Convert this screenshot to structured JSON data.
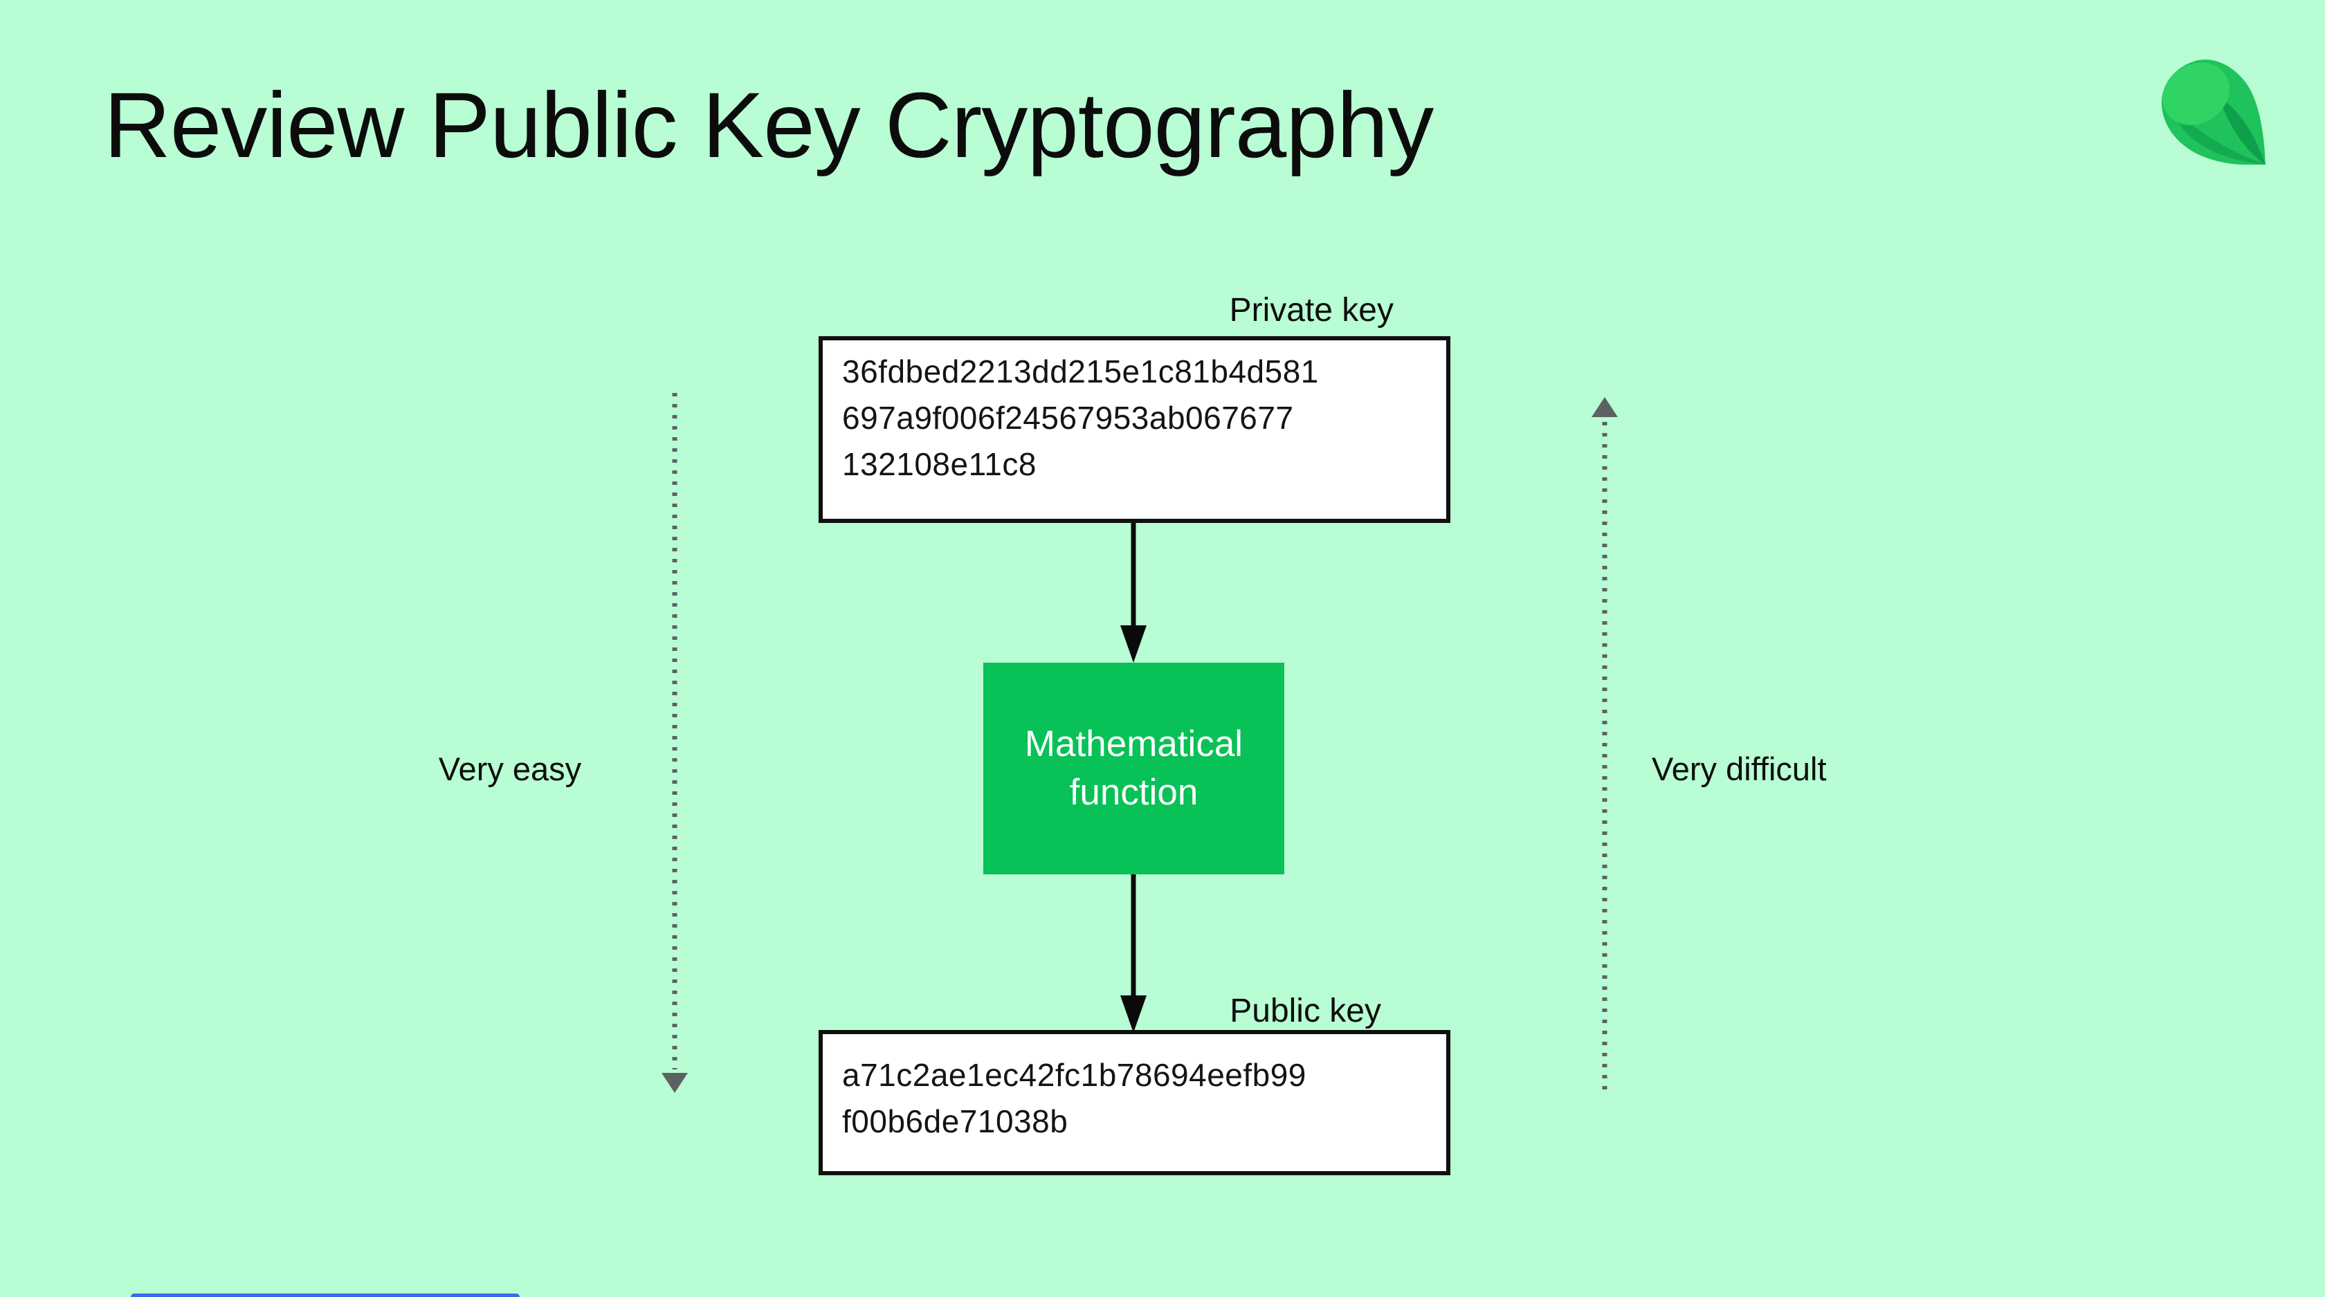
{
  "slide": {
    "title": "Review Public Key Cryptography",
    "background_color": "#B8FDD3"
  },
  "logo": {
    "name": "emerald-gem-logo",
    "colors": {
      "base": "#1FC25B",
      "light_facet": "#2FD465",
      "mid_facet": "#14AB50",
      "dark_facet": "#0FA04B"
    }
  },
  "diagram": {
    "private_key": {
      "label": "Private key",
      "value_lines": [
        "36fdbed2213dd215e1c81b4d581",
        "697a9f006f24567953ab067677",
        "132108e11c8"
      ]
    },
    "function_box": {
      "line1": "Mathematical",
      "line2": "function",
      "color": "#08C157",
      "text_color": "#FFFFFF"
    },
    "public_key": {
      "label": "Public key",
      "value_lines": [
        "a71c2ae1ec42fc1b78694eefb99",
        "f00b6de71038b"
      ]
    },
    "easy_annotation": {
      "label": "Very easy",
      "arrow_direction": "down"
    },
    "difficult_annotation": {
      "label": "Very difficult",
      "arrow_direction": "up"
    },
    "arrow_color": "#0A0A0A",
    "dotted_color": "#5C6164"
  },
  "footer": {
    "next_slide_peek_color": "#3A6AE8"
  }
}
